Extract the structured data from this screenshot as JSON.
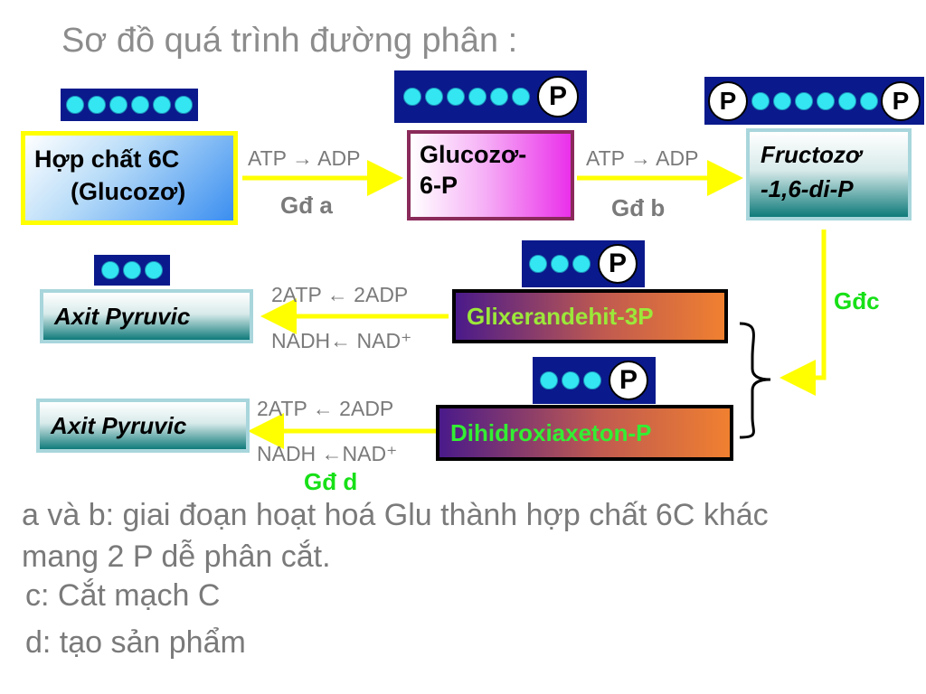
{
  "title": "Sơ đồ quá trình đường phân :",
  "colors": {
    "arrow": "#ffff00",
    "stage_green": "#17e017",
    "mol_bar": "#0a1a8c",
    "carbon": "#33e6f2"
  },
  "nodes": {
    "glucose": {
      "line1": "Hợp chất 6C",
      "line2": "(Glucozơ)"
    },
    "g6p": {
      "line1": "Glucozơ-",
      "line2": "6-P"
    },
    "f16dp": {
      "line1": "Fructozơ",
      "line2": "-1,6-di-P"
    },
    "g3p": "Glixerandehit-3P",
    "dhap": "Dihidroxiaxeton-P",
    "pyruvic1": "Axit Pyruvic",
    "pyruvic2": "Axit Pyruvic"
  },
  "phosphate_label": "P",
  "reactions": {
    "a": "ATP → ADP",
    "b": "ATP → ADP",
    "atp1": "2ATP ← 2ADP",
    "nadh1": "NADH← NAD⁺",
    "atp2": "2ATP ← 2ADP",
    "nadh2": "NADH ←NAD⁺"
  },
  "stages": {
    "a": "Gđ a",
    "b": "Gđ b",
    "c": "Gđc",
    "d": "Gđ d"
  },
  "notes": [
    "a và b: giai đoạn hoạt hoá Glu thành hợp chất 6C khác",
    "mang 2 P dễ phân cắt.",
    "c: Cắt mạch C",
    "d: tạo sản phẩm"
  ]
}
